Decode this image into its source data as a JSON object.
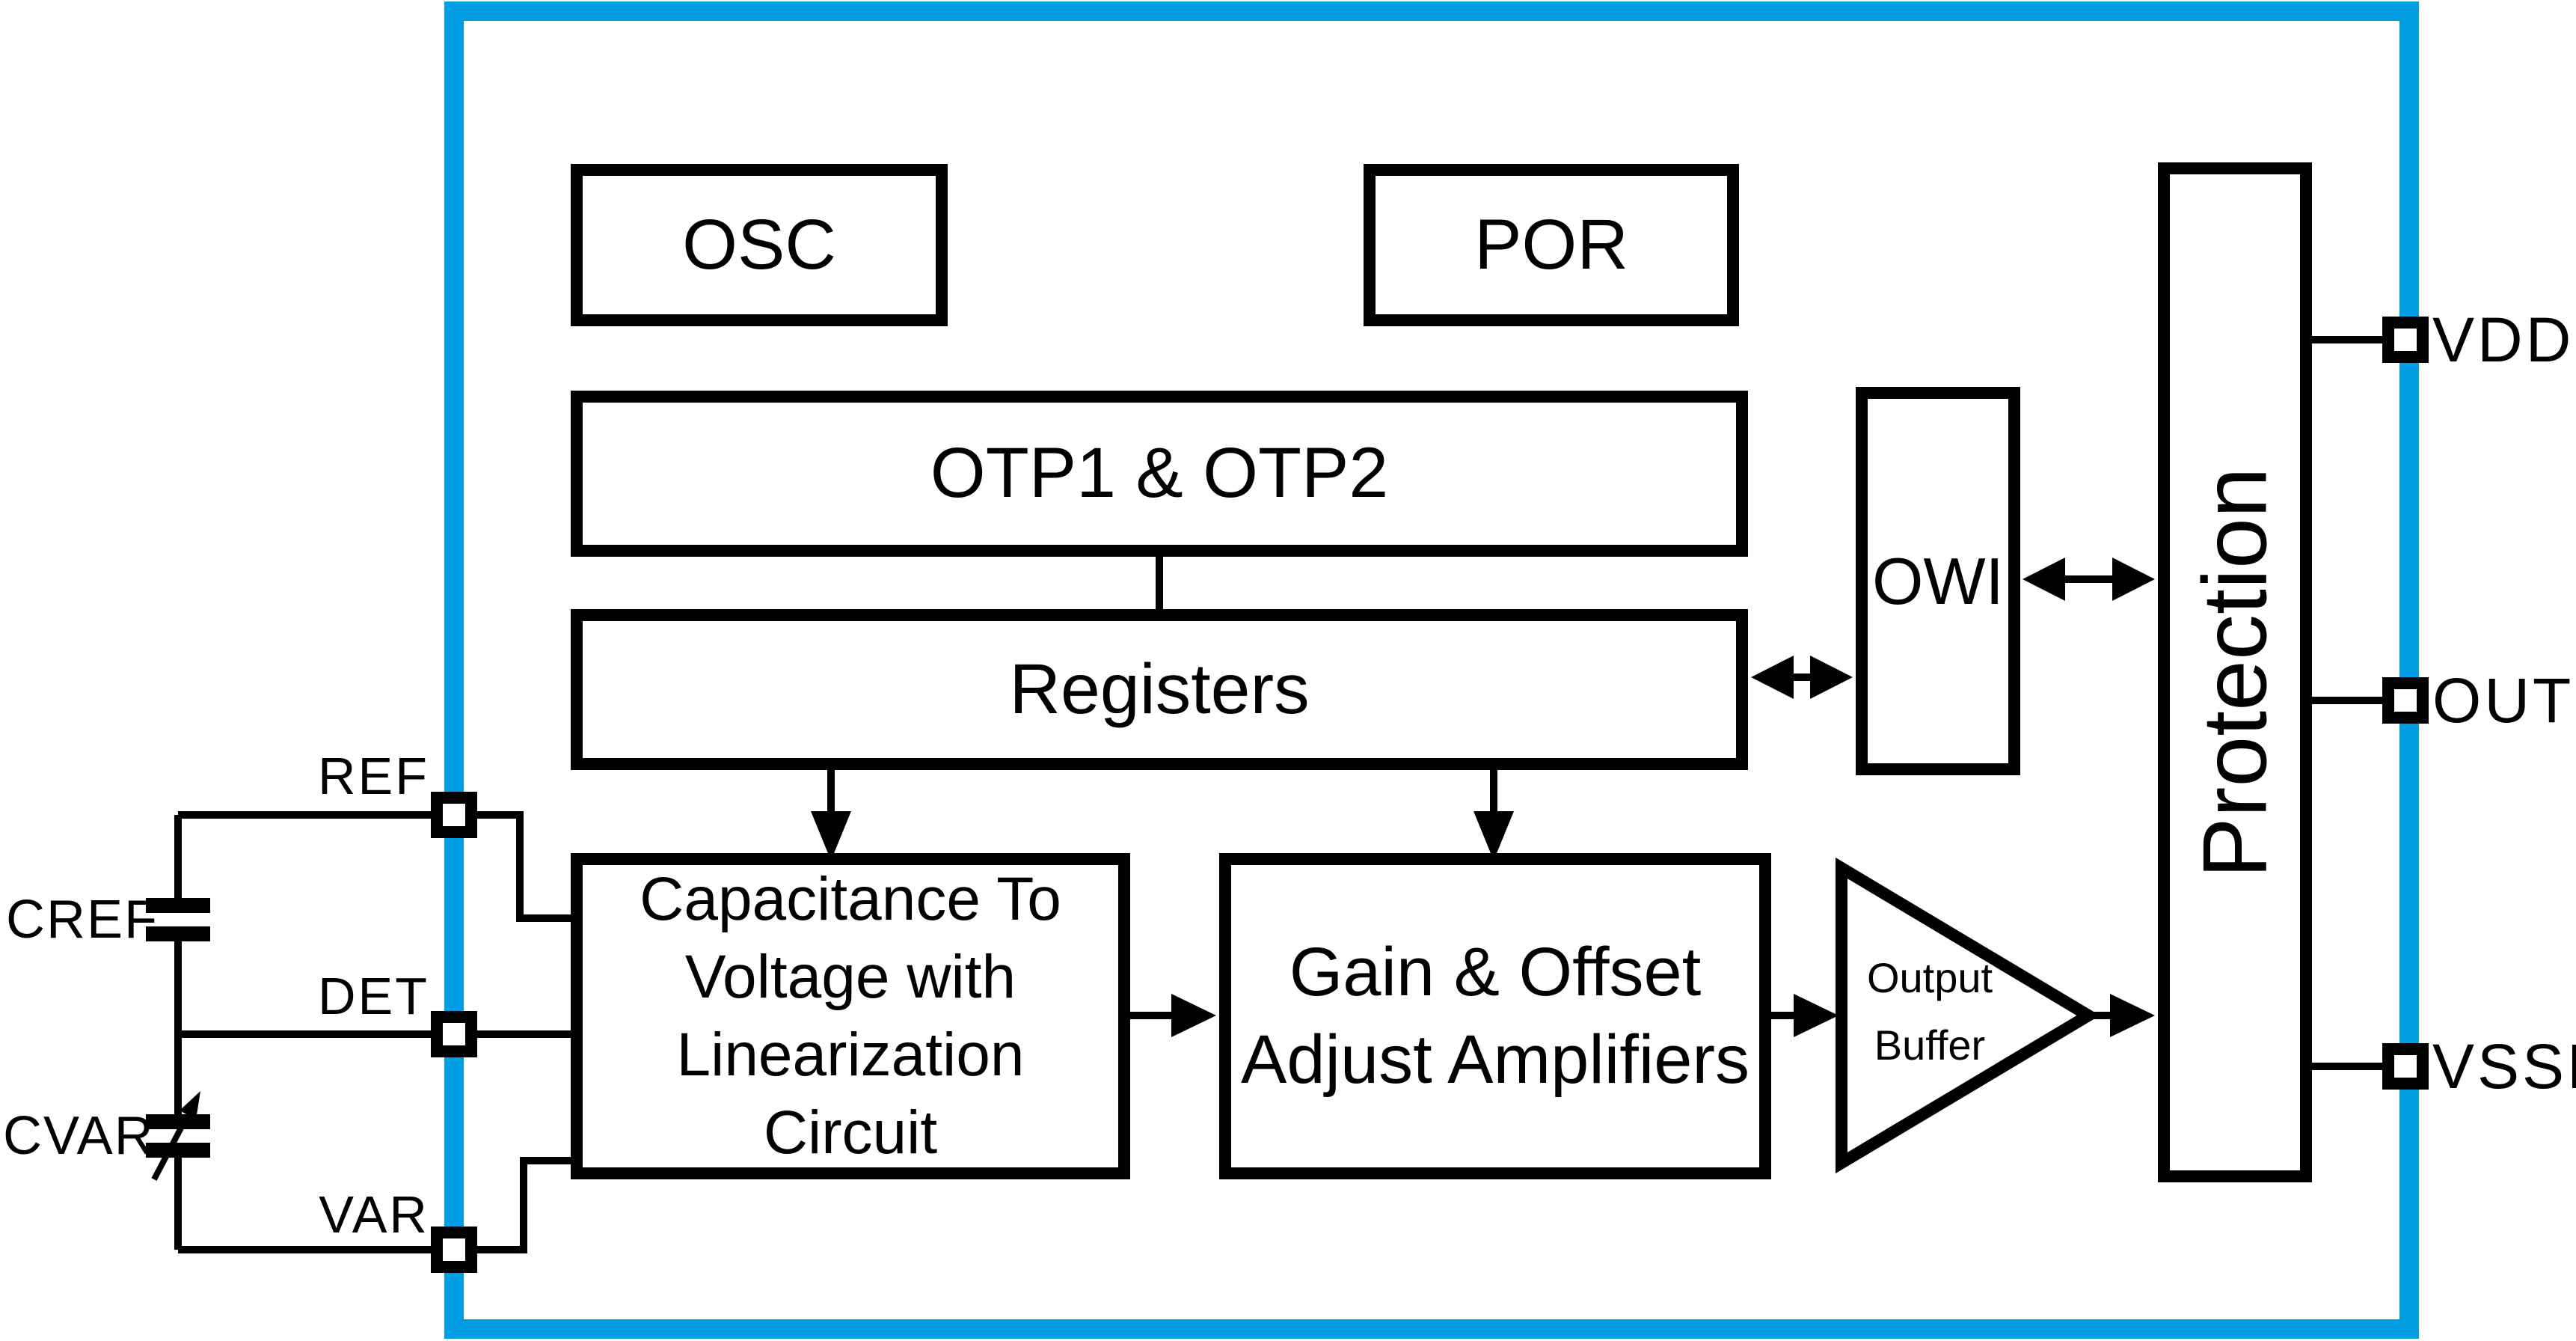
{
  "diagram": {
    "accent_color": "#009FE3",
    "line_color": "#000000",
    "blocks": {
      "osc": {
        "label": "OSC"
      },
      "por": {
        "label": "POR"
      },
      "otp": {
        "label": "OTP1 & OTP2"
      },
      "registers": {
        "label": "Registers"
      },
      "owi": {
        "label": "OWI"
      },
      "protection": {
        "label": "Protection"
      },
      "c2v": {
        "label": "Capacitance To\nVoltage with\nLinearization Circuit"
      },
      "gain": {
        "label": "Gain & Offset\nAdjust Amplifiers"
      },
      "output_buffer": {
        "label": "Output\nBuffer"
      }
    },
    "pins": {
      "vdde": {
        "label": "VDDE"
      },
      "out": {
        "label": "OUT"
      },
      "vsse": {
        "label": "VSSE"
      },
      "ref": {
        "label": "REF"
      },
      "det": {
        "label": "DET"
      },
      "var": {
        "label": "VAR"
      }
    },
    "external_components": {
      "cref": {
        "label": "CREF"
      },
      "cvar": {
        "label": "CVAR"
      }
    }
  }
}
